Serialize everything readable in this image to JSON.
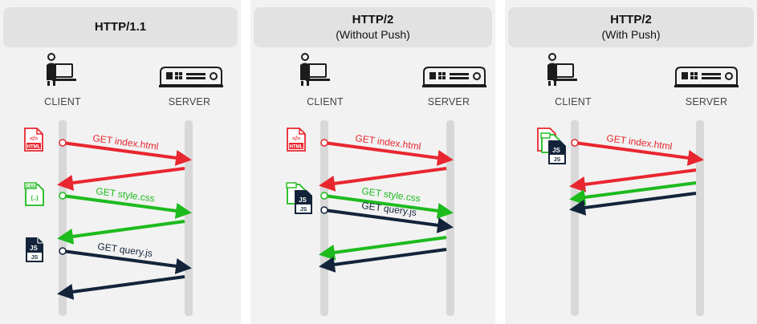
{
  "panels": [
    {
      "title": "HTTP/1.1",
      "subtitle": "",
      "client_label": "CLIENT",
      "server_label": "SERVER",
      "messages": [
        {
          "label": "GET index.html",
          "color": "#e8262f",
          "dir": "request"
        },
        {
          "label": "",
          "color": "#e8262f",
          "dir": "response"
        },
        {
          "label": "GET style.css",
          "color": "#1dbb1d",
          "dir": "request"
        },
        {
          "label": "",
          "color": "#1dbb1d",
          "dir": "response"
        },
        {
          "label": "GET query.js",
          "color": "#13243a",
          "dir": "request"
        },
        {
          "label": "",
          "color": "#13243a",
          "dir": "response"
        }
      ],
      "file_icons": [
        {
          "name": "html-file-icon",
          "text": "HTML",
          "glyph": "</>"
        },
        {
          "name": "css-file-icon",
          "text": "CSS",
          "glyph": "{..}"
        },
        {
          "name": "js-file-icon",
          "text": "JS",
          "glyph": "JS"
        }
      ]
    },
    {
      "title": "HTTP/2",
      "subtitle": "(Without Push)",
      "client_label": "CLIENT",
      "server_label": "SERVER",
      "messages": [
        {
          "label": "GET index.html",
          "color": "#e8262f",
          "dir": "request"
        },
        {
          "label": "",
          "color": "#e8262f",
          "dir": "response"
        },
        {
          "label": "GET style.css",
          "color": "#1dbb1d",
          "dir": "request"
        },
        {
          "label": "GET query.js",
          "color": "#13243a",
          "dir": "request"
        },
        {
          "label": "",
          "color": "#1dbb1d",
          "dir": "response"
        },
        {
          "label": "",
          "color": "#13243a",
          "dir": "response"
        }
      ],
      "file_icons": [
        {
          "name": "html-file-icon",
          "text": "HTML",
          "glyph": "</>"
        },
        {
          "name": "css-js-file-icon",
          "text": "JS",
          "glyph": "JS"
        }
      ]
    },
    {
      "title": "HTTP/2",
      "subtitle": "(With Push)",
      "client_label": "CLIENT",
      "server_label": "SERVER",
      "messages": [
        {
          "label": "GET index.html",
          "color": "#e8262f",
          "dir": "request"
        },
        {
          "label": "",
          "color": "#e8262f",
          "dir": "response"
        },
        {
          "label": "",
          "color": "#1dbb1d",
          "dir": "response"
        },
        {
          "label": "",
          "color": "#13243a",
          "dir": "response"
        }
      ],
      "file_icons": [
        {
          "name": "html-css-js-file-icon",
          "text": "JS",
          "glyph": "JS"
        }
      ]
    }
  ],
  "colors": {
    "html": "#e8262f",
    "css": "#1dbb1d",
    "js": "#13243a",
    "lane": "#d8d8d8",
    "icon": "#1c1c1c"
  }
}
